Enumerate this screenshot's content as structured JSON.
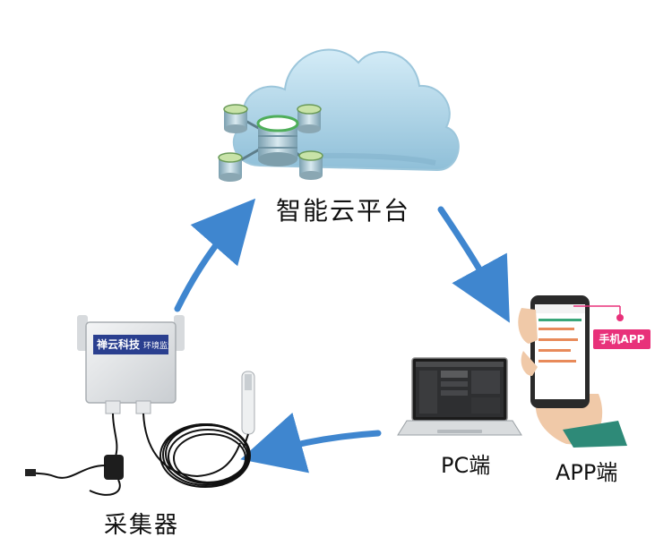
{
  "labels": {
    "cloud": "智能云平台",
    "pc": "PC端",
    "app": "APP端",
    "collector": "采集器"
  },
  "device": {
    "brand_name": "禅云科技",
    "brand_sub": "环境监测"
  },
  "phone_badge": "手机APP",
  "colors": {
    "arrow": "#3f86cf",
    "cloud": "#a9d3e8",
    "badge": "#e8317a",
    "brand_plate": "#2a3f8f"
  }
}
